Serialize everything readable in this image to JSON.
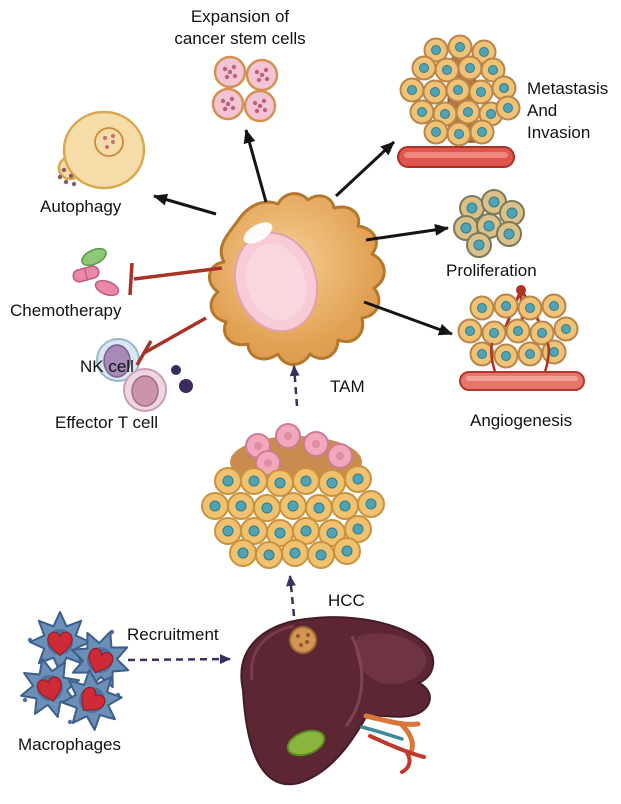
{
  "labels": {
    "expansion": "Expansion of\ncancer stem cells",
    "metastasis": "Metastasis\nAnd\nInvasion",
    "autophagy": "Autophagy",
    "chemotherapy": "Chemotherapy",
    "nk_cell": "NK cell",
    "effector_t_cell": "Effector T cell",
    "tam": "TAM",
    "proliferation": "Proliferation",
    "angiogenesis": "Angiogenesis",
    "hcc": "HCC",
    "recruitment": "Recruitment",
    "macrophages": "Macrophages"
  },
  "colors": {
    "background": "#FFFFFF",
    "tam_body": "#E2A255",
    "tam_outline": "#B5772B",
    "tam_nucleus": "#F7CCD6",
    "tumor_cell": "#F0C16E",
    "tumor_cell_nucleus": "#4FA3B5",
    "stem_cell_pink": "#F2C4D4",
    "vessel_red": "#E0564E",
    "liver_maroon": "#5C2633",
    "gallbladder_green": "#8AB53E",
    "macrophage_blue": "#6A8FB8",
    "heart_red": "#CE2B37",
    "arrow_black": "#151515",
    "inhibition_red": "#A93226",
    "dashed_arrow_purple": "#3A3060"
  },
  "icons": [
    "tam-cell-icon",
    "cancer-stem-cells-icon",
    "metastasis-tissue-icon",
    "proliferation-cells-icon",
    "angiogenesis-tissue-icon",
    "autophagy-cell-icon",
    "chemotherapy-pills-icon",
    "nk-cell-icon",
    "effector-t-cell-icon",
    "secreted-factors-dots-icon",
    "hcc-tumor-tissue-icon",
    "liver-icon",
    "macrophages-icon"
  ],
  "relations": [
    {
      "from": "TAM",
      "to": "Expansion of cancer stem cells",
      "type": "promotes-arrow"
    },
    {
      "from": "TAM",
      "to": "Autophagy",
      "type": "promotes-arrow"
    },
    {
      "from": "TAM",
      "to": "Metastasis And Invasion",
      "type": "promotes-arrow"
    },
    {
      "from": "TAM",
      "to": "Proliferation",
      "type": "promotes-arrow"
    },
    {
      "from": "TAM",
      "to": "Angiogenesis",
      "type": "promotes-arrow"
    },
    {
      "from": "TAM",
      "to": "Chemotherapy",
      "type": "inhibits-bar"
    },
    {
      "from": "TAM",
      "to": "NK cell / Effector T cell",
      "type": "inhibits-bar"
    },
    {
      "from": "Macrophages",
      "to": "Liver (HCC)",
      "type": "recruitment-dashed-arrow"
    },
    {
      "from": "Liver (HCC)",
      "to": "HCC tumor tissue",
      "type": "dashed-arrow"
    },
    {
      "from": "HCC tumor tissue",
      "to": "TAM",
      "type": "dashed-arrow"
    }
  ]
}
